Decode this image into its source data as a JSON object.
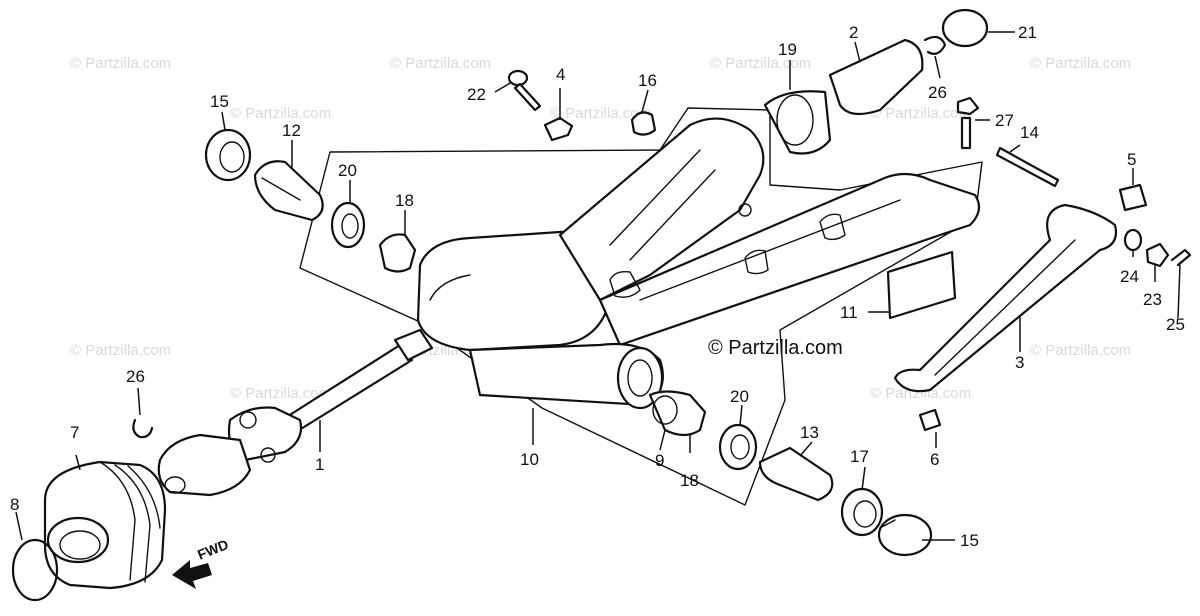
{
  "diagram": {
    "credit": "© Partzilla.com",
    "watermark": "© Partzilla.com",
    "fwd_label": "FWD",
    "callouts": {
      "p1": "1",
      "p2": "2",
      "p3": "3",
      "p4": "4",
      "p5": "5",
      "p6": "6",
      "p7": "7",
      "p8": "8",
      "p9": "9",
      "p10": "10",
      "p11": "11",
      "p12": "12",
      "p13": "13",
      "p14": "14",
      "p15a": "15",
      "p15b": "15",
      "p16": "16",
      "p17": "17",
      "p18a": "18",
      "p18b": "18",
      "p19": "19",
      "p20a": "20",
      "p20b": "20",
      "p21": "21",
      "p22": "22",
      "p23": "23",
      "p24": "24",
      "p25": "25",
      "p26a": "26",
      "p26b": "26",
      "p27": "27"
    }
  }
}
